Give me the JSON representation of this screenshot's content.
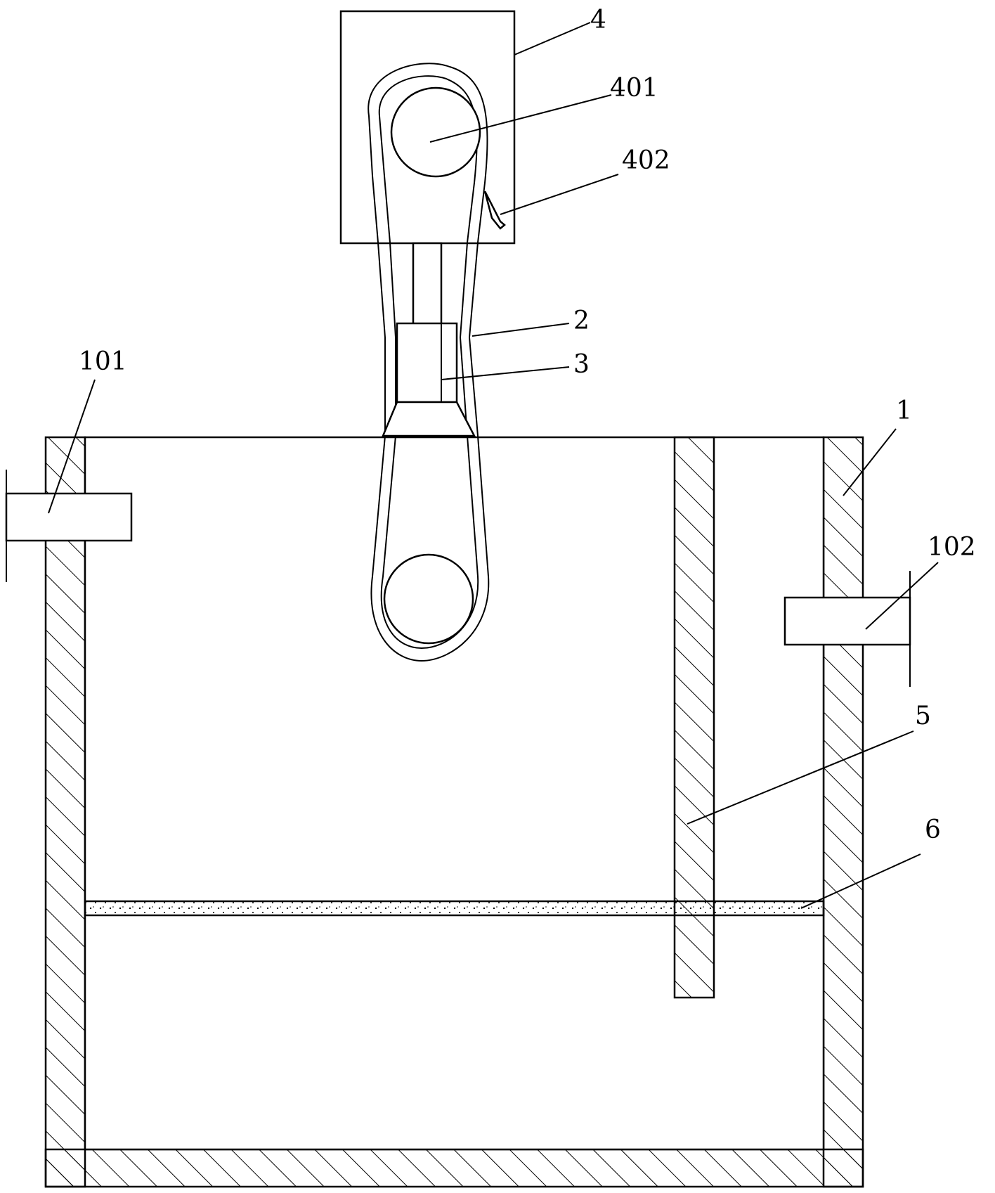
{
  "diagram": {
    "labels": {
      "box_drive": "4",
      "wheel_upper": "401",
      "pin": "402",
      "belt": "2",
      "rod": "3",
      "tank": "1",
      "inlet_pipe": "101",
      "outlet_pipe": "102",
      "baffle": "5",
      "filter_layer": "6"
    },
    "colors": {
      "stroke": "#000000",
      "background": "#ffffff"
    }
  }
}
